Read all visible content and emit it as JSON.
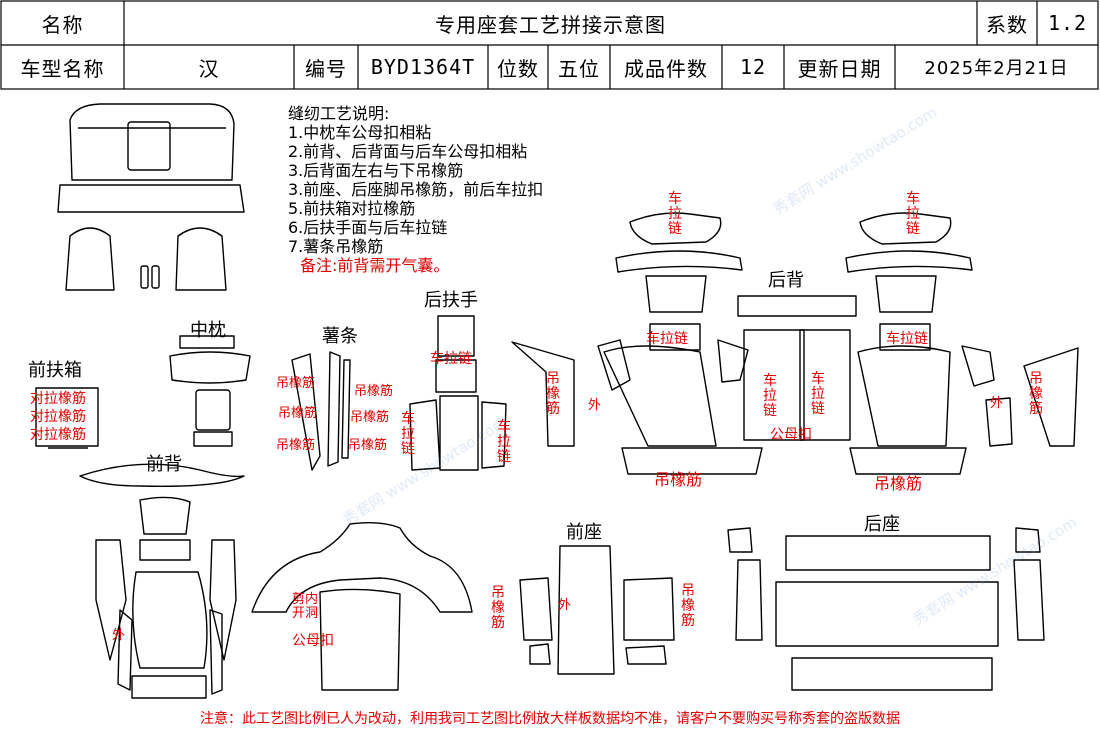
{
  "header": {
    "name_label": "名称",
    "title": "专用座套工艺拼接示意图",
    "factor_label": "系数",
    "factor_value": "1.2",
    "model_label": "车型名称",
    "model_value": "汉",
    "code_label": "编号",
    "code_value": "BYD1364T",
    "seats_label": "位数",
    "seats_value": "五位",
    "pieces_label": "成品件数",
    "pieces_value": "12",
    "date_label": "更新日期",
    "date_value": "2025年2月21日"
  },
  "notes": {
    "title": "缝纫工艺说明:",
    "items": [
      "1.中枕车公母扣相粘",
      "2.前背、后背面与后车公母扣相粘",
      "3.后背面左右与下吊橡筋",
      "3.前座、后座脚吊橡筋，前后车拉扣",
      "5.前扶箱对拉橡筋",
      "6.后扶手面与后车拉链",
      "7.薯条吊橡筋"
    ],
    "remark": "备注:前背需开气囊。"
  },
  "sections": {
    "front_armrest_box": "前扶箱",
    "headrest": "中枕",
    "fries": "薯条",
    "rear_armrest": "后扶手",
    "rear_back": "后背",
    "front_back": "前背",
    "front_seat": "前座",
    "rear_seat": "后座"
  },
  "annotations": {
    "tie_elastic": "对拉橡筋",
    "hang_elastic": "吊橡筋",
    "sew_zipper": "车拉链",
    "outer": "外",
    "male_female_buckle": "公母扣",
    "gap_inner_line": "剪内",
    "gap_inner_line2": "开洞"
  },
  "footer": "注意：此工艺图比例已人为改动，利用我司工艺图比例放大样板数据均不准，请客户不要购买号称秀套的盗版数据",
  "watermark": "秀套网 www.showtao.com"
}
